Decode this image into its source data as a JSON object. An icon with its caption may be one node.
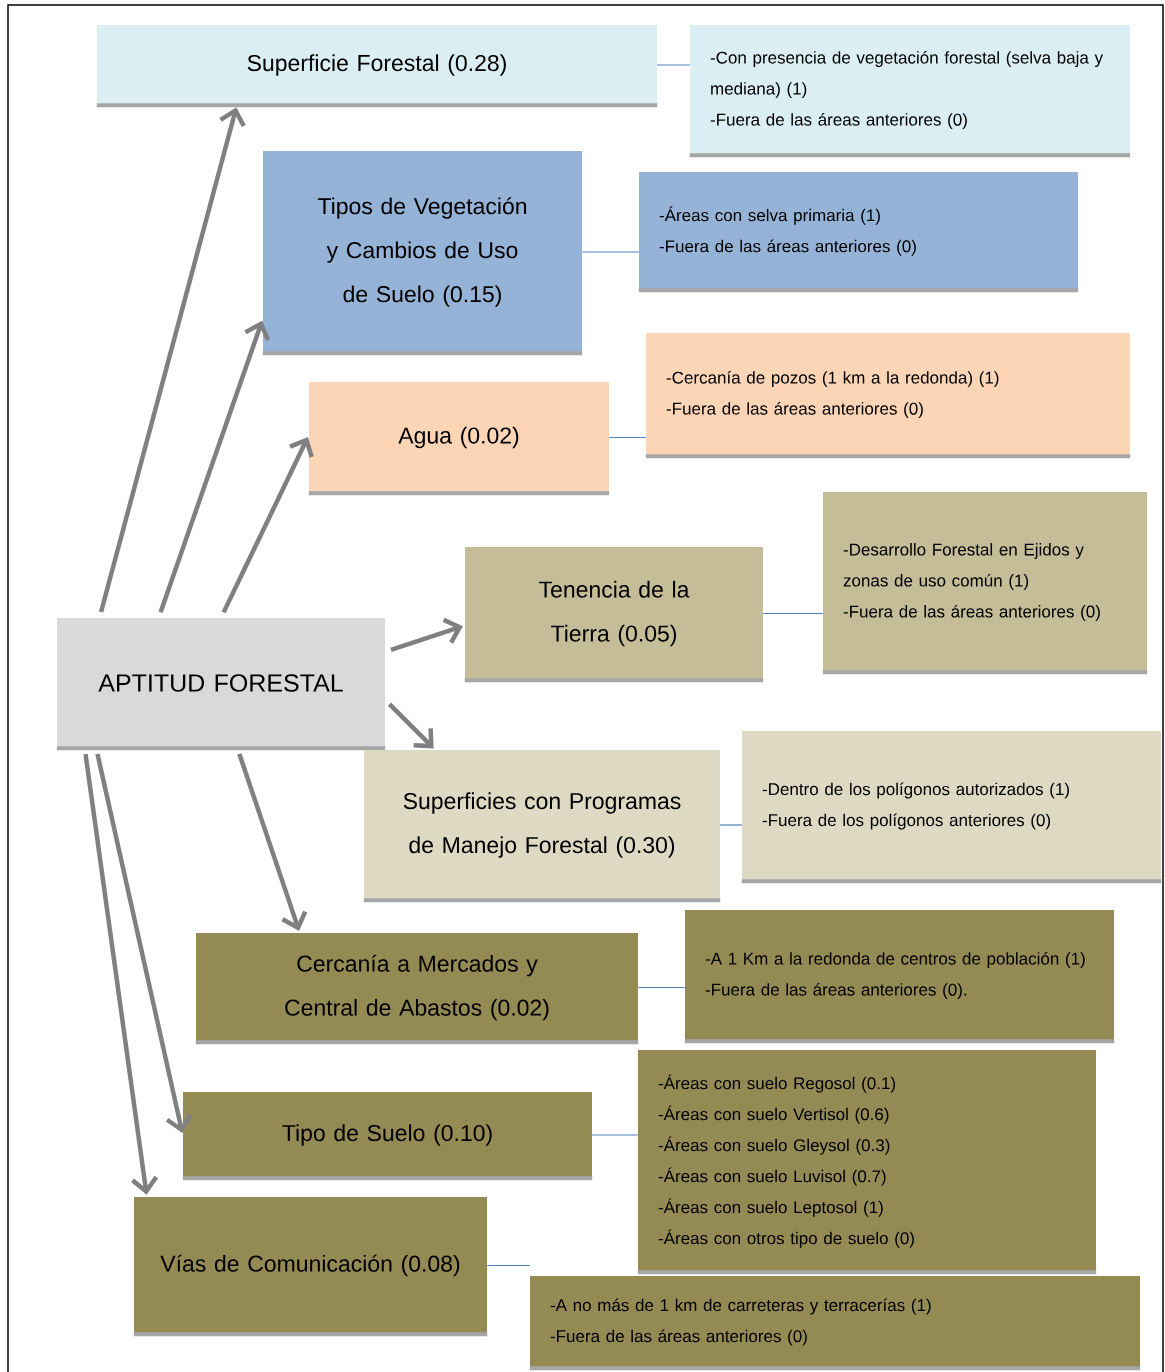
{
  "diagram": {
    "nodes": [
      {
        "text": [
          "APTITUD FORESTAL"
        ]
      },
      {
        "text": [
          "Superficie Forestal (0.28)"
        ]
      },
      {
        "text": [
          "-Con presencia de vegetación forestal (selva baja y mediana) (1)",
          "-Fuera de las áreas anteriores (0)"
        ]
      },
      {
        "text": [
          "Tipos de Vegetación y Cambios de Uso de Suelo (0.15)"
        ]
      },
      {
        "text": [
          "-Áreas con selva primaria (1)",
          "-Fuera de las áreas anteriores (0)"
        ]
      },
      {
        "text": [
          "Agua (0.02)"
        ]
      },
      {
        "text": [
          "-Cercanía de pozos (1 km a la redonda) (1)",
          "-Fuera de las áreas anteriores (0)"
        ]
      },
      {
        "text": [
          "Tenencia de la Tierra (0.05)"
        ]
      },
      {
        "text": [
          "-Desarrollo Forestal en Ejidos y zonas de uso común (1)",
          "-Fuera de las áreas anteriores (0)"
        ]
      },
      {
        "text": [
          "Superficies con Programas de Manejo Forestal (0.30)"
        ]
      },
      {
        "text": [
          "-Dentro de los polígonos autorizados (1)",
          "-Fuera de los polígonos anteriores (0)"
        ]
      },
      {
        "text": [
          "Cercanía a Mercados y Central de Abastos (0.02)"
        ]
      },
      {
        "text": [
          "-A 1 Km a la redonda de centros de población (1)",
          "-Fuera de las áreas anteriores (0)."
        ]
      },
      {
        "text": [
          "Tipo de Suelo (0.10)"
        ]
      },
      {
        "text": [
          "-Áreas con suelo Regosol (0.1)",
          "-Áreas con suelo Vertisol (0.6)",
          "-Áreas con suelo Gleysol (0.3)",
          "-Áreas con suelo Luvisol (0.7)",
          "-Áreas con suelo Leptosol (1)",
          "-Áreas con otros tipo de suelo (0)"
        ]
      },
      {
        "text": [
          "Vías de Comunicación (0.08)"
        ]
      },
      {
        "text": [
          "-A no más de 1 km de carreteras y terracerías (1)",
          "-Fuera de las áreas anteriores (0)"
        ]
      }
    ],
    "edges": [
      {
        "from": 0,
        "to": 1,
        "arrow": "to",
        "style": "thick"
      },
      {
        "from": 0,
        "to": 3,
        "arrow": "to",
        "style": "thick"
      },
      {
        "from": 0,
        "to": 5,
        "arrow": "to",
        "style": "thick"
      },
      {
        "from": 0,
        "to": 7,
        "arrow": "to",
        "style": "thick"
      },
      {
        "from": 0,
        "to": 9,
        "arrow": "to",
        "style": "thick"
      },
      {
        "from": 0,
        "to": 11,
        "arrow": "to",
        "style": "thick"
      },
      {
        "from": 0,
        "to": 13,
        "arrow": "to",
        "style": "thick"
      },
      {
        "from": 0,
        "to": 15,
        "arrow": "to",
        "style": "thick"
      },
      {
        "from": 1,
        "to": 2,
        "arrow": "none",
        "color": "#4f81bd"
      },
      {
        "from": 3,
        "to": 4,
        "arrow": "none",
        "color": "#4f81bd"
      },
      {
        "from": 5,
        "to": 6,
        "arrow": "none",
        "color": "#4f81bd"
      },
      {
        "from": 7,
        "to": 8,
        "arrow": "none",
        "color": "#4f81bd"
      },
      {
        "from": 9,
        "to": 10,
        "arrow": "none",
        "color": "#4f81bd"
      },
      {
        "from": 11,
        "to": 12,
        "arrow": "none",
        "color": "#4f81bd"
      },
      {
        "from": 13,
        "to": 14,
        "arrow": "none",
        "color": "#4f81bd"
      },
      {
        "from": 15,
        "to": 16,
        "arrow": "none",
        "color": "#4f81bd"
      }
    ]
  }
}
